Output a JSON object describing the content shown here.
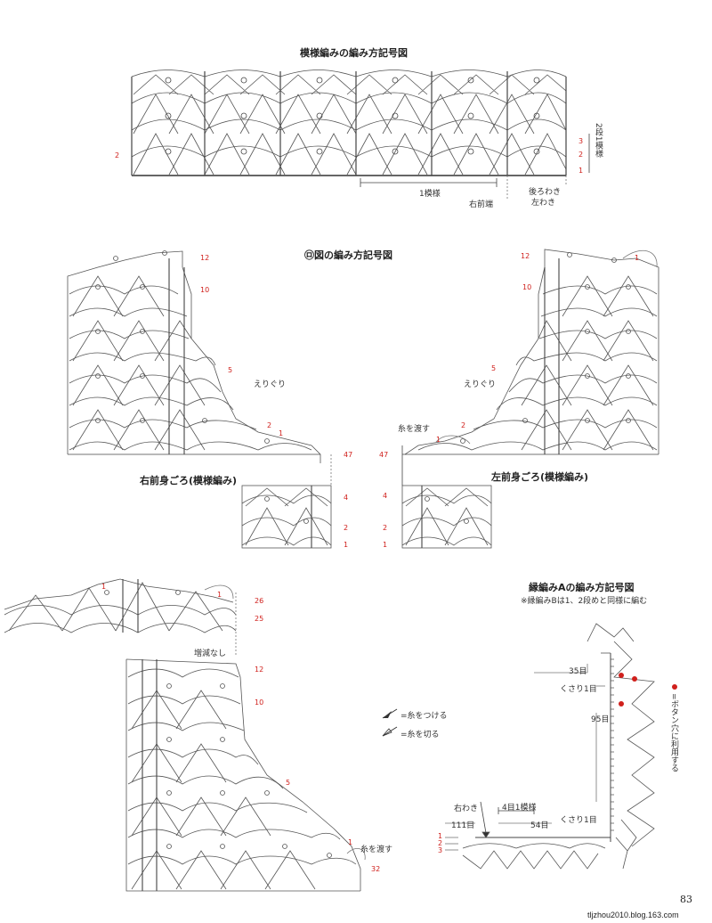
{
  "titles": {
    "top": "模様編みの編み方記号図",
    "middle": "㋺図の編み方記号図",
    "edge": "縁編みAの編み方記号図",
    "edge_note": "※縁編みBは1、2段めと同様に編む"
  },
  "top_diagram": {
    "rows_right": [
      "3",
      "2",
      "1"
    ],
    "row_left": "2",
    "side_note": "2段1模様",
    "repeat": "1模様",
    "right_edge": "右前端",
    "back_slit": "後ろわき",
    "left_side": "左わき"
  },
  "right_front": {
    "title": "右前身ごろ(模様編み)",
    "neckline": "えりぐり",
    "rows": [
      "12",
      "10",
      "5",
      "2",
      "1",
      "47",
      "4",
      "2",
      "1"
    ]
  },
  "left_front": {
    "title": "左前身ごろ(模様編み)",
    "neckline": "えりぐり",
    "pass_yarn": "糸を渡す",
    "rows": [
      "12",
      "1",
      "10",
      "5",
      "2",
      "1",
      "47",
      "4",
      "2",
      "1"
    ]
  },
  "bottom": {
    "rows": [
      "1",
      "1",
      "26",
      "25",
      "12",
      "10",
      "5",
      "1",
      "32"
    ],
    "no_change": "増減なし",
    "pass_yarn": "糸を渡す"
  },
  "legend": {
    "attach": "=糸をつける",
    "cut": "=糸を切る"
  },
  "edge": {
    "c35": "35目",
    "chain1a": "くさり1目",
    "c95": "95目",
    "right_side": "右わき",
    "repeat4": "4目1模様",
    "c111": "111目",
    "c54": "54目",
    "chain1b": "くさり1目",
    "rows": [
      "1",
      "2",
      "3"
    ],
    "button_note": "=ボタン穴に利用する"
  },
  "footer": {
    "page": "83",
    "url": "tljzhou2010.blog.163.com"
  },
  "colors": {
    "ink": "#3a3a3a",
    "red": "#d0201c",
    "blue": "#4a6fb5"
  }
}
